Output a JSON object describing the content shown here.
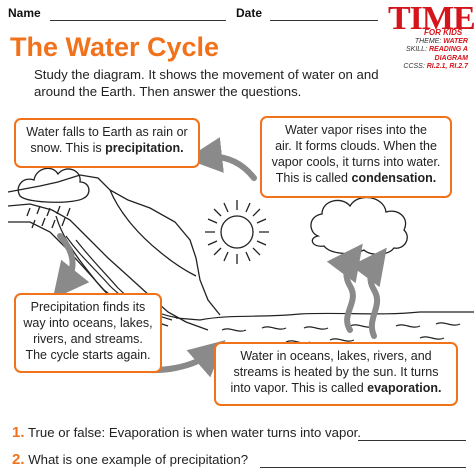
{
  "header": {
    "name_label": "Name",
    "date_label": "Date"
  },
  "logo": {
    "main": "TIME",
    "sub": "FOR KIDS"
  },
  "meta": {
    "theme_label": "THEME:",
    "theme_value": "WATER",
    "skill_label": "SKILL:",
    "skill_value_1": "READING A",
    "skill_value_2": "DIAGRAM",
    "ccss_label": "CCSS:",
    "ccss_value": "RI.2.1, RI.2.7"
  },
  "title": "The Water Cycle",
  "intro": {
    "line1": "Study the diagram. It shows the movement of water on and",
    "line2": "around the Earth. Then answer the questions."
  },
  "boxes": {
    "precipitation": {
      "line1": "Water falls to Earth as rain or",
      "line2_pre": "snow. This is ",
      "line2_bold": "precipitation."
    },
    "condensation": {
      "line1": "Water vapor rises into the",
      "line2": "air. It forms clouds. When the",
      "line3": "vapor cools, it turns into water.",
      "line4_pre": "This is called ",
      "line4_bold": "condensation."
    },
    "collection": {
      "line1": "Precipitation finds its",
      "line2": "way into oceans, lakes,",
      "line3": "rivers, and streams.",
      "line4": "The cycle starts again."
    },
    "evaporation": {
      "line1": "Water in oceans, lakes, rivers, and",
      "line2": "streams is heated by the sun. It turns",
      "line3_pre": "into vapor. This is called ",
      "line3_bold": "evaporation."
    }
  },
  "questions": [
    {
      "num": "1.",
      "text": "True or false: Evaporation is when water turns into vapor."
    },
    {
      "num": "2.",
      "text": "What is one example of precipitation?"
    }
  ],
  "colors": {
    "accent": "#f2721c",
    "logo_red": "#d5151c",
    "arrow_gray": "#8a8a8a"
  }
}
